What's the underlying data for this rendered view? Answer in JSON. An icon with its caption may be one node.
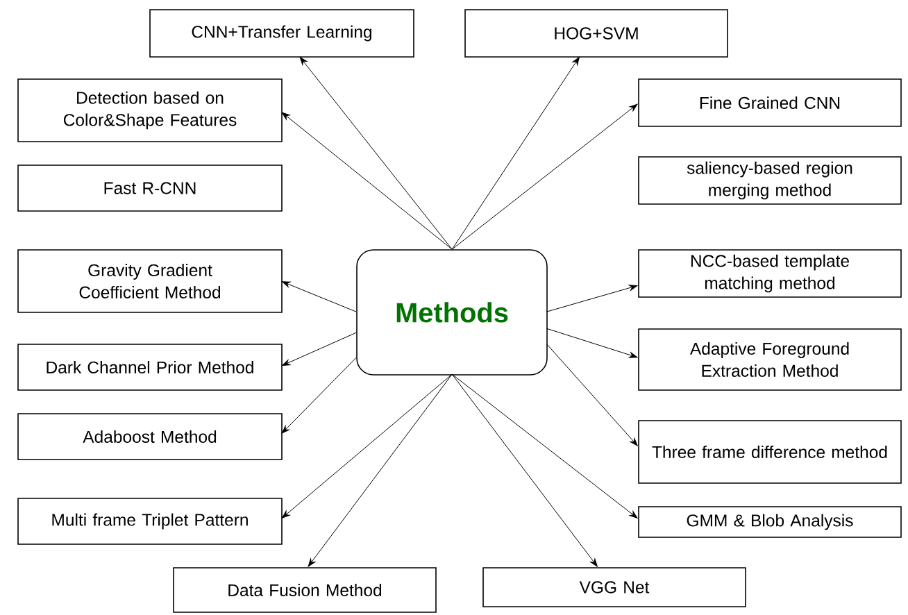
{
  "diagram": {
    "nodes": [
      {
        "text": [
          "Methods"
        ]
      },
      {
        "text": [
          "CNN+Transfer Learning"
        ]
      },
      {
        "text": [
          "HOG+SVM"
        ]
      },
      {
        "text": [
          "Detection based on Color&Shape Features"
        ]
      },
      {
        "text": [
          "Fine Grained CNN"
        ]
      },
      {
        "text": [
          "Fast R-CNN"
        ]
      },
      {
        "text": [
          "saliency-based region merging method"
        ]
      },
      {
        "text": [
          "Gravity Gradient Coefficient Method"
        ]
      },
      {
        "text": [
          "NCC-based template matching method"
        ]
      },
      {
        "text": [
          "Dark Channel Prior Method"
        ]
      },
      {
        "text": [
          "Adaptive Foreground Extraction Method"
        ]
      },
      {
        "text": [
          "Adaboost Method"
        ]
      },
      {
        "text": [
          "Three frame difference method"
        ]
      },
      {
        "text": [
          "Multi frame Triplet Pattern"
        ]
      },
      {
        "text": [
          "GMM & Blob Analysis"
        ]
      },
      {
        "text": [
          "Data Fusion Method"
        ]
      },
      {
        "text": [
          "VGG Net"
        ]
      }
    ],
    "edges": [
      {
        "from": 0,
        "to": 1,
        "arrow": "to"
      },
      {
        "from": 0,
        "to": 2,
        "arrow": "to"
      },
      {
        "from": 0,
        "to": 3,
        "arrow": "to"
      },
      {
        "from": 0,
        "to": 4,
        "arrow": "to"
      },
      {
        "from": 0,
        "to": 7,
        "arrow": "to"
      },
      {
        "from": 0,
        "to": 8,
        "arrow": "to"
      },
      {
        "from": 0,
        "to": 9,
        "arrow": "to"
      },
      {
        "from": 0,
        "to": 10,
        "arrow": "to"
      },
      {
        "from": 0,
        "to": 11,
        "arrow": "to"
      },
      {
        "from": 0,
        "to": 12,
        "arrow": "to"
      },
      {
        "from": 0,
        "to": 13,
        "arrow": "to"
      },
      {
        "from": 0,
        "to": 14,
        "arrow": "to"
      },
      {
        "from": 0,
        "to": 15,
        "arrow": "to"
      },
      {
        "from": 0,
        "to": 16,
        "arrow": "to"
      }
    ]
  }
}
